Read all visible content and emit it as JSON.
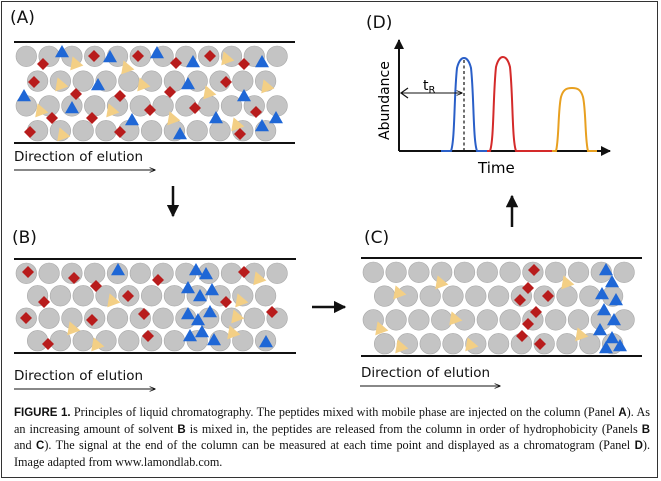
{
  "panels": {
    "a": {
      "label": "(A)"
    },
    "b": {
      "label": "(B)"
    },
    "c": {
      "label": "(C)"
    },
    "d": {
      "label": "(D)"
    }
  },
  "direction_label": "Direction of elution",
  "chromatogram": {
    "ylabel": "Abundance",
    "xlabel": "Time",
    "tr_main": "t",
    "tr_sub": "R",
    "peak_colors": [
      "#2a5fc8",
      "#d42a2a",
      "#e8a020"
    ]
  },
  "colors": {
    "bead": "#c4c4c4",
    "red_diamond": "#b81c1c",
    "blue_triangle": "#1f67d6",
    "yellow_triangle": "#f3cf85"
  },
  "caption": {
    "figure_label": "FIGURE 1.",
    "parts": [
      " Principles of liquid chromatography. The peptides mixed with mobile phase are injected on the column (Panel ",
      "A",
      "). As an increasing amount of solvent ",
      "B",
      " is mixed in, the peptides are released from the column in order of hydrophobicity (Panels ",
      "B",
      " and ",
      "C",
      "). The signal at the end of the column can be measured at each time point and displayed as a chromatogram (Panel ",
      "D",
      "). Image adapted from www.lamondlab.com."
    ]
  }
}
